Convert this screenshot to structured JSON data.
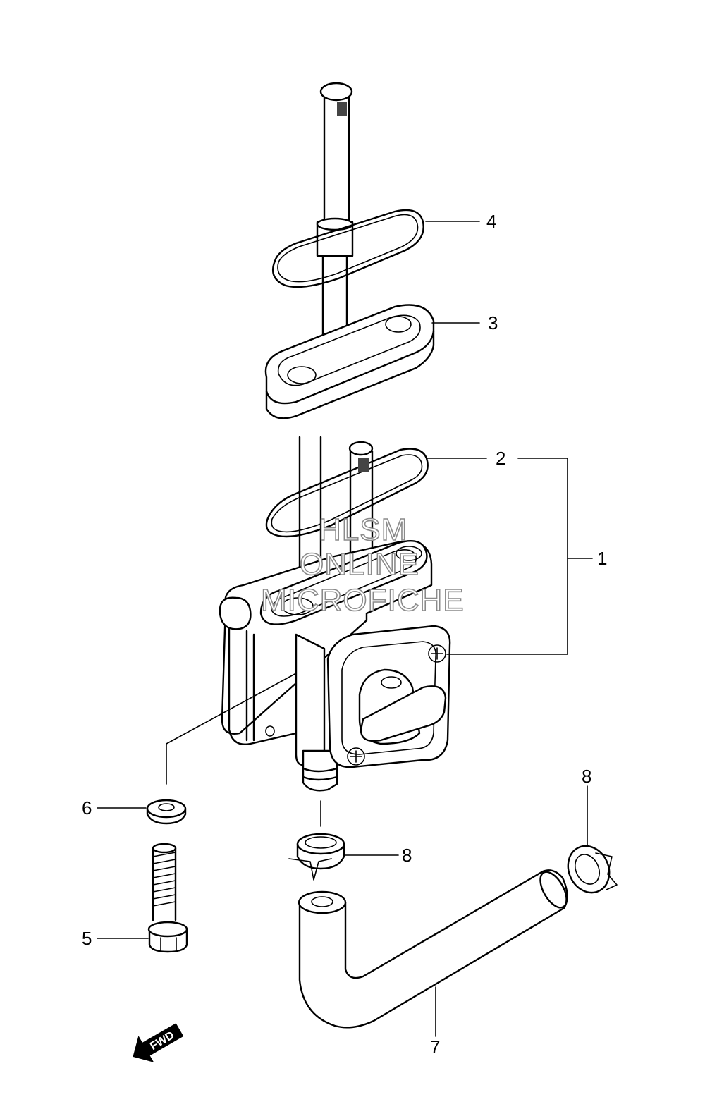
{
  "callouts": [
    {
      "id": "1",
      "part": "fuel-cock-assembly"
    },
    {
      "id": "2",
      "part": "o-ring-lower"
    },
    {
      "id": "3",
      "part": "plate-gasket"
    },
    {
      "id": "4",
      "part": "o-ring-upper"
    },
    {
      "id": "5",
      "part": "bolt"
    },
    {
      "id": "6",
      "part": "washer"
    },
    {
      "id": "7",
      "part": "fuel-hose"
    },
    {
      "id": "8",
      "part": "hose-clamp"
    },
    {
      "id": "8",
      "part": "hose-clamp"
    }
  ],
  "watermark": {
    "line1": "HLSM",
    "line2": "ONLINE",
    "line3": "MICROFICHE"
  },
  "fwd_label": "FWD",
  "colors": {
    "line": "#000000",
    "background": "#ffffff",
    "watermark_outline": "#8a8a8a"
  }
}
